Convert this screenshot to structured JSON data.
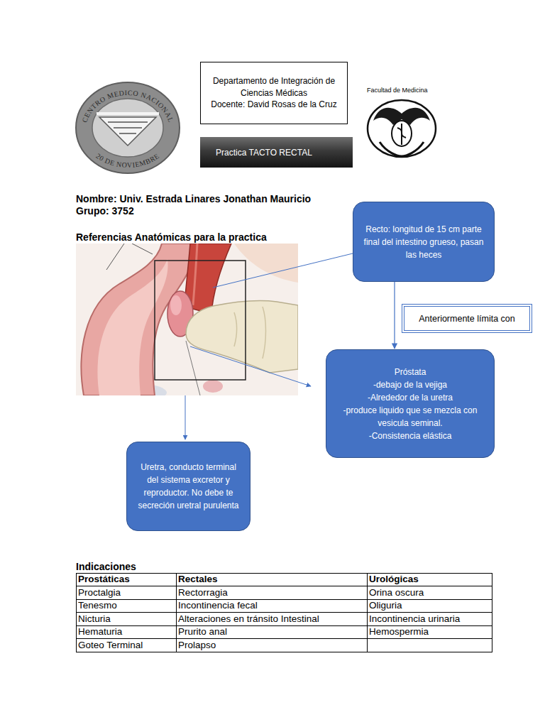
{
  "diagram": {
    "nodes": [
      {
        "text": [
          "Departamento de Integración de Ciencias Médicas",
          "Docente: David Rosas de la Cruz"
        ]
      },
      {
        "text": [
          "Practica TACTO RECTAL"
        ]
      },
      {
        "text": [
          "Recto: longitud de 15 cm parte final del intestino grueso, pasan las heces"
        ]
      },
      {
        "text": [
          "Anteriormente límita con"
        ]
      },
      {
        "text": [
          "Próstata",
          "-debajo de la vejiga",
          "-Alrededor de la uretra",
          "-produce liquido que se mezcla con vesicula seminal.",
          "-Consistencia elástica"
        ]
      },
      {
        "text": [
          "Uretra, conducto terminal del sistema excretor y reproductor. No debe te secreción uretral purulenta"
        ]
      }
    ],
    "edges": [
      {
        "from": 2,
        "to": 4,
        "arrow": "to"
      }
    ],
    "labels": [
      "CENTRO MEDICO NACIONAL",
      "20 DE NOVIEMBRE",
      "Facultad de Medicina",
      "Nombre: Univ. Estrada Linares Jonathan Mauricio",
      "Grupo: 3752",
      "Referencias Anatómicas para la practica",
      "Indicaciones",
      "Prostáticas",
      "Rectales",
      "Urológicas",
      "Proctalgia",
      "Rectorragia",
      "Orina oscura",
      "Tenesmo",
      "Incontinencia fecal",
      "Oliguria",
      "Nicturia",
      "Alteraciones en tránsito Intestinal",
      "Incontinencia urinaria",
      "Hematuria",
      "Prurito anal",
      "Hemospermia",
      "Goteo Terminal",
      "Prolapso"
    ]
  }
}
